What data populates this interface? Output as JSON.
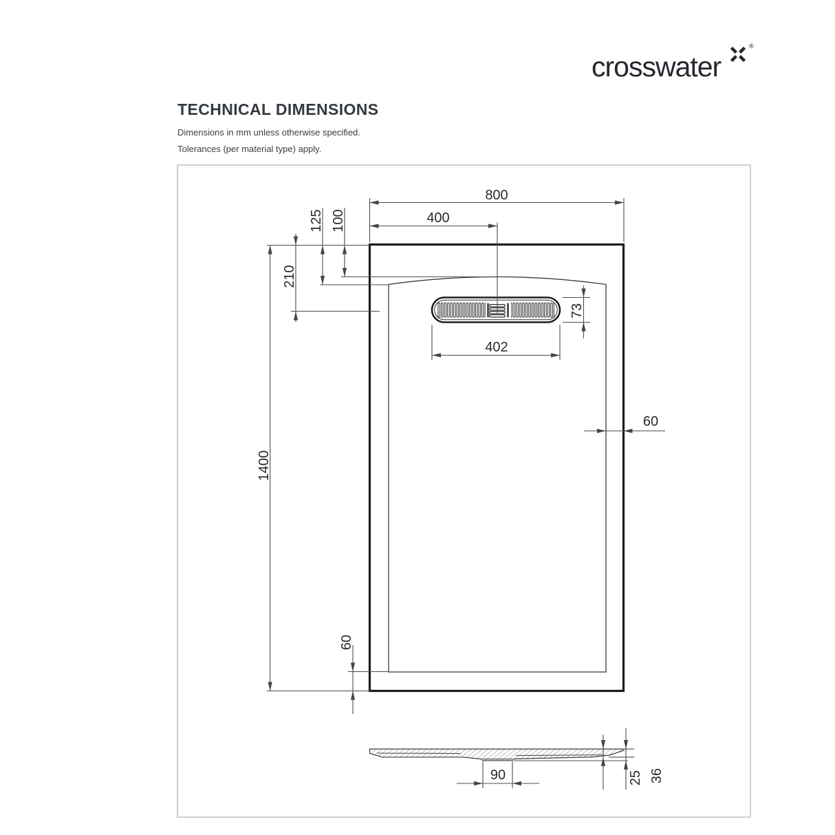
{
  "brand": {
    "name": "crosswater",
    "registered": "®"
  },
  "header": {
    "title": "TECHNICAL DIMENSIONS",
    "notes": [
      "Dimensions in mm unless otherwise specified.",
      "Tolerances (per material type) apply."
    ]
  },
  "plan_view": {
    "overall_width_mm": "800",
    "drain_centre_from_left_mm": "400",
    "rim_to_floor_side_mm": "125",
    "rim_to_floor_centre_mm": "100",
    "rim_to_drain_centre_mm": "210",
    "overall_length_mm": "1400",
    "grate_width_mm": "402",
    "grate_depth_mm": "73",
    "side_border_mm": "60",
    "bottom_border_mm": "60"
  },
  "profile_view": {
    "waste_boss_width_mm": "90",
    "edge_height_mm": "25",
    "overall_height_mm": "36"
  }
}
